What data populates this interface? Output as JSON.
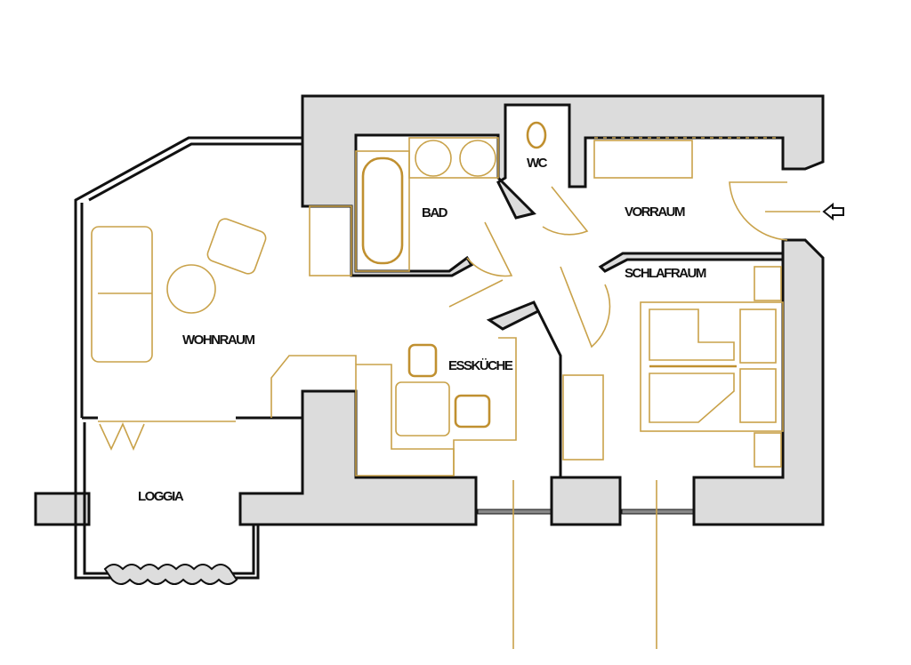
{
  "plan": {
    "rooms": {
      "bad": "BAD",
      "wc": "WC",
      "vorraum": "VORRAUM",
      "schlafraum": "SCHLAFRAUM",
      "wohnraum": "WOHNRAUM",
      "esskueche": "ESSKÜCHE",
      "loggia": "LOGGIA"
    },
    "colors": {
      "wall": "#dcdcdc",
      "outline": "#111111",
      "furniture": "#c9a24a"
    }
  }
}
